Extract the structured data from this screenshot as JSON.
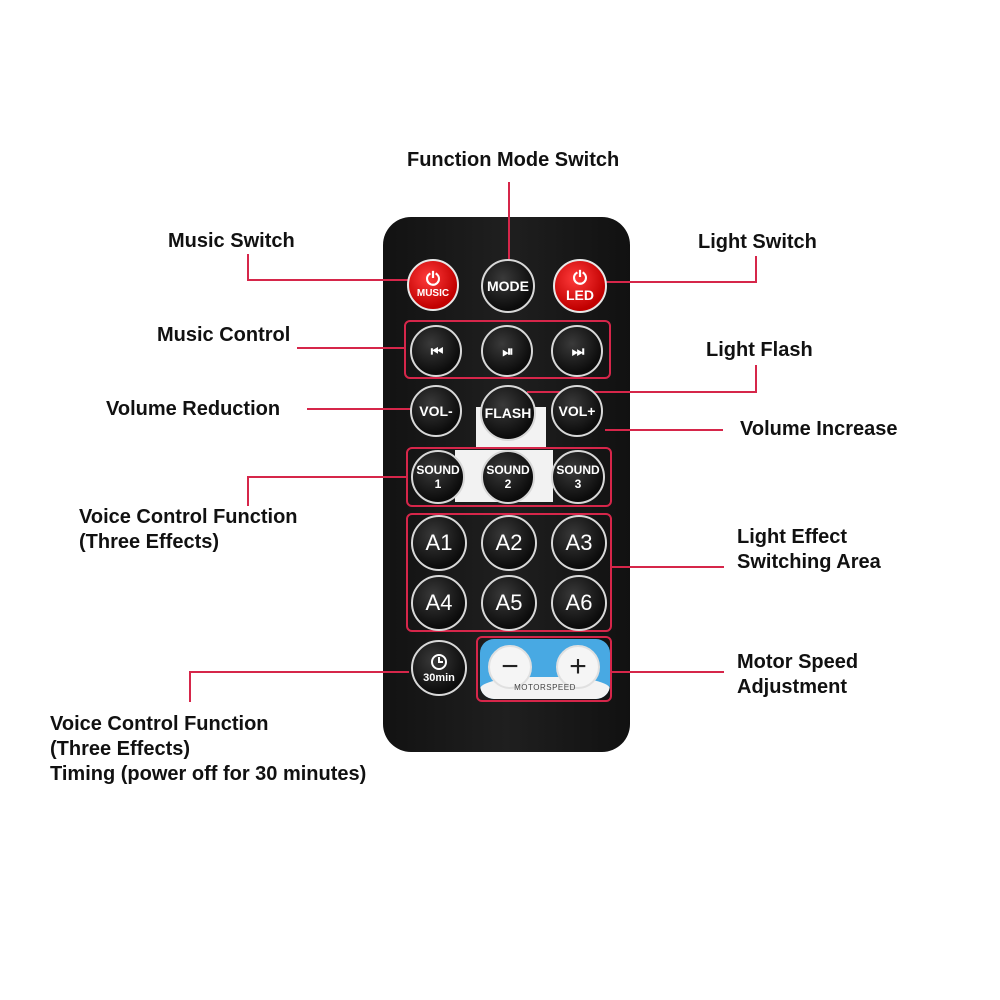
{
  "labels": {
    "function_mode_switch": "Function Mode Switch",
    "music_switch": "Music Switch",
    "light_switch": "Light Switch",
    "music_control": "Music Control",
    "light_flash": "Light Flash",
    "volume_reduction": "Volume Reduction",
    "volume_increase": "Volume Increase",
    "voice_control_1": [
      "Voice Control Function",
      "(Three Effects)"
    ],
    "light_effect": [
      "Light Effect",
      "Switching Area"
    ],
    "motor_speed": [
      "Motor Speed",
      "Adjustment"
    ],
    "voice_control_2": [
      "Voice Control Function",
      "(Three Effects)",
      "Timing (power off for 30 minutes)"
    ]
  },
  "buttons": {
    "music": {
      "icon": "power-icon",
      "label": "MUSIC"
    },
    "mode": "MODE",
    "led": {
      "icon": "power-icon",
      "label": "LED"
    },
    "prev": "⏮",
    "play_pause": "⏯",
    "next": "⏭",
    "vol_minus": "VOL-",
    "flash": "FLASH",
    "vol_plus": "VOL+",
    "sound1": [
      "SOUND",
      "1"
    ],
    "sound2": [
      "SOUND",
      "2"
    ],
    "sound3": [
      "SOUND",
      "3"
    ],
    "a1": "A1",
    "a2": "A2",
    "a3": "A3",
    "a4": "A4",
    "a5": "A5",
    "a6": "A6",
    "timer": {
      "icon": "clock-icon",
      "label": "30min"
    },
    "motor_minus": "−",
    "motor_plus": "+",
    "motor_label": "MOTORSPEED"
  },
  "colors": {
    "callout_line": "#d6264a",
    "power_button": "#d10000",
    "motor_panel": "#48a9e3"
  }
}
